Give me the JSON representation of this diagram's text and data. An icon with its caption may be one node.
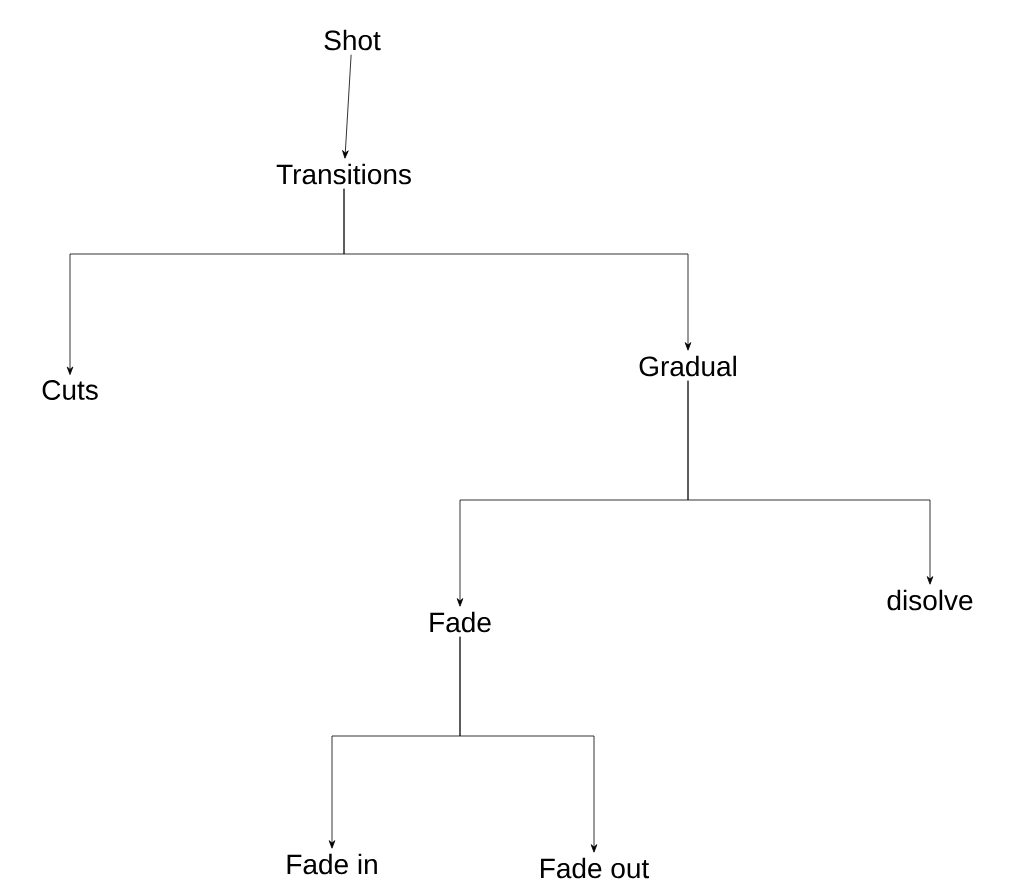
{
  "diagram": {
    "nodes": [
      {
        "text": [
          "Shot"
        ]
      },
      {
        "text": [
          "Transitions"
        ]
      },
      {
        "text": [
          "Cuts"
        ]
      },
      {
        "text": [
          "Gradual"
        ]
      },
      {
        "text": [
          "Fade"
        ]
      },
      {
        "text": [
          "disolve"
        ]
      },
      {
        "text": [
          "Fade in"
        ]
      },
      {
        "text": [
          "Fade out"
        ]
      }
    ],
    "edges": [
      {
        "from": 0,
        "to": 1,
        "arrow": "to"
      },
      {
        "from": 1,
        "to": 2,
        "arrow": "to"
      },
      {
        "from": 1,
        "to": 3,
        "arrow": "to"
      },
      {
        "from": 3,
        "to": 4,
        "arrow": "to"
      },
      {
        "from": 3,
        "to": 5,
        "arrow": "to"
      },
      {
        "from": 4,
        "to": 6,
        "arrow": "to"
      },
      {
        "from": 4,
        "to": 7,
        "arrow": "to"
      }
    ]
  }
}
